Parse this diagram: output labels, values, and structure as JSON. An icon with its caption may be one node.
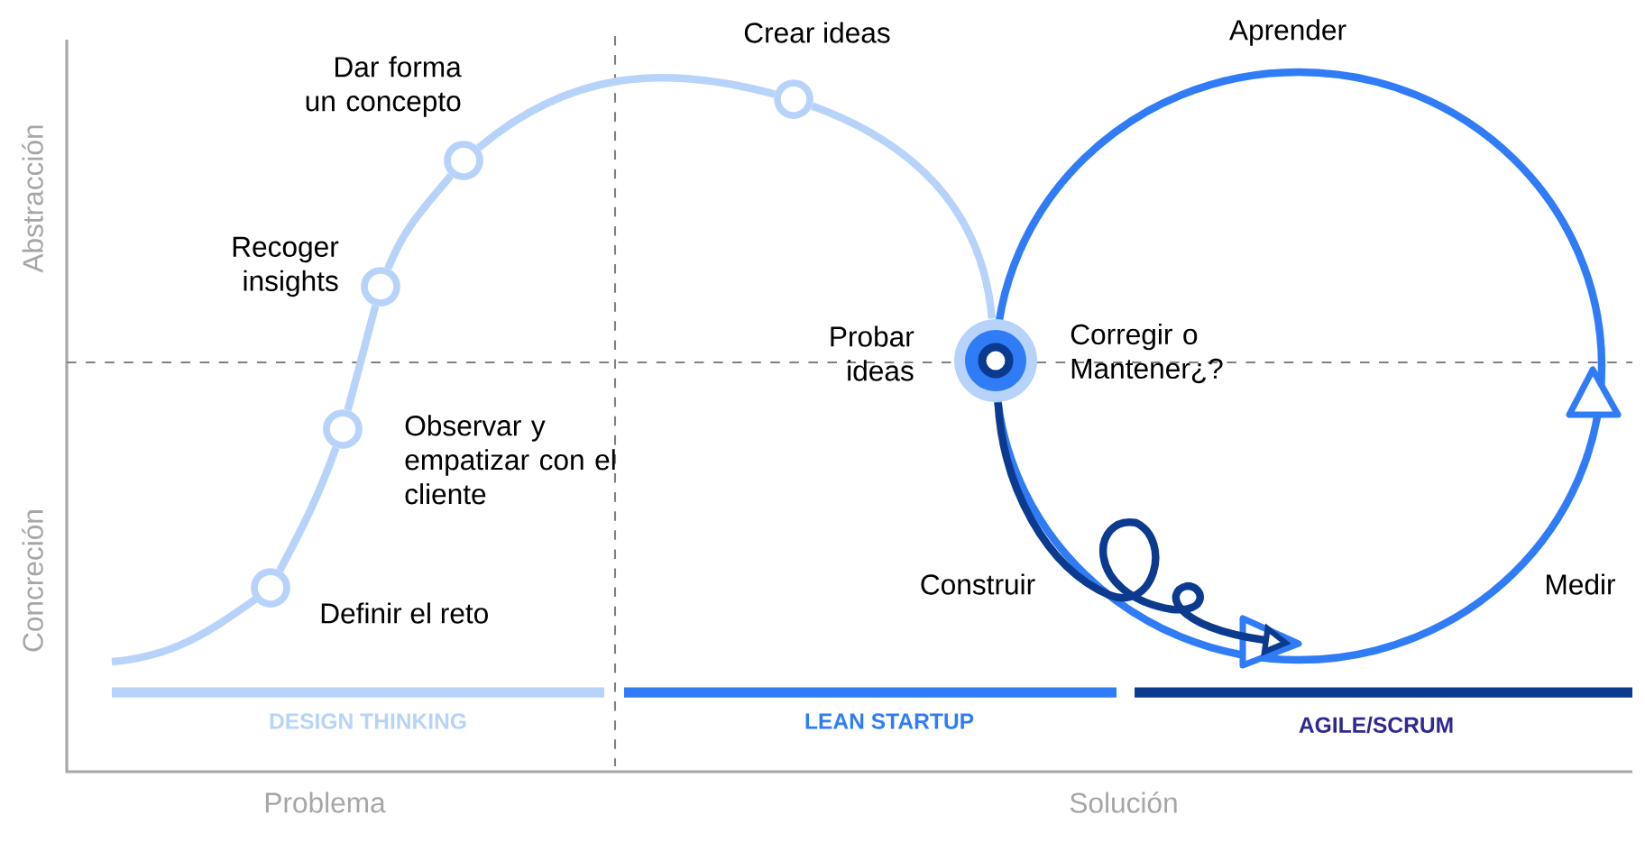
{
  "diagram": {
    "nodes": [
      {
        "text": [],
        "shape": "circle",
        "beside": [
          "Definir el reto"
        ]
      },
      {
        "text": [],
        "shape": "circle",
        "beside": [
          "Observar y empatizar con el cliente"
        ]
      },
      {
        "text": [],
        "shape": "circle",
        "beside": [
          "Recoger insights"
        ]
      },
      {
        "text": [],
        "shape": "circle",
        "beside": [
          "Dar forma un concepto"
        ]
      },
      {
        "text": [],
        "shape": "circle",
        "beside": [
          "Crear ideas"
        ]
      },
      {
        "text": [],
        "shape": "circle",
        "beside": [
          "Probar ideas",
          "Corregir o Mantener¿?"
        ]
      }
    ],
    "edges": [
      {
        "from": 0,
        "to": 1,
        "arrow": "none"
      },
      {
        "from": 1,
        "to": 2,
        "arrow": "none"
      },
      {
        "from": 2,
        "to": 3,
        "arrow": "none"
      },
      {
        "from": 3,
        "to": 4,
        "arrow": "none"
      },
      {
        "from": 4,
        "to": 5,
        "arrow": "none"
      },
      {
        "from": 5,
        "to": null,
        "arrow": "to",
        "color": "#0b3a8f"
      }
    ],
    "labels": [
      "Aprender",
      "Abstracción",
      "Construir",
      "Medir",
      "Concreción",
      "DESIGN THINKING",
      "LEAN STARTUP",
      "AGILE/SCRUM",
      "Problema",
      "Solución"
    ]
  }
}
